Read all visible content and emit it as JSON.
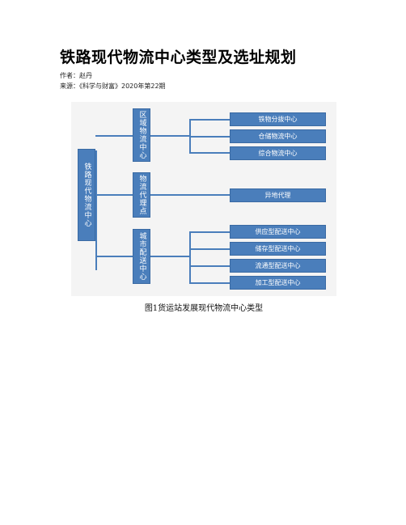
{
  "article": {
    "title": "铁路现代物流中心类型及选址规划",
    "author": "作者：赵丹",
    "source": "来源：《科学与财富》2020年第22期"
  },
  "diagram": {
    "root": "铁路现代物流中心",
    "branches": [
      {
        "label": "区域物流中心",
        "children": [
          "铁物分拨中心",
          "仓储物流中心",
          "综合物流中心"
        ]
      },
      {
        "label": "物流代理点",
        "children": [
          "异地代理"
        ]
      },
      {
        "label": "城市配送中心",
        "children": [
          "供应型配送中心",
          "储存型配送中心",
          "流通型配送中心",
          "加工型配送中心"
        ]
      }
    ]
  },
  "caption": "图1货运站发展现代物流中心类型",
  "colors": {
    "box_fill": "#4a7ebb",
    "connector": "#4a7ebb",
    "diagram_bg": "#f4f4f4"
  }
}
